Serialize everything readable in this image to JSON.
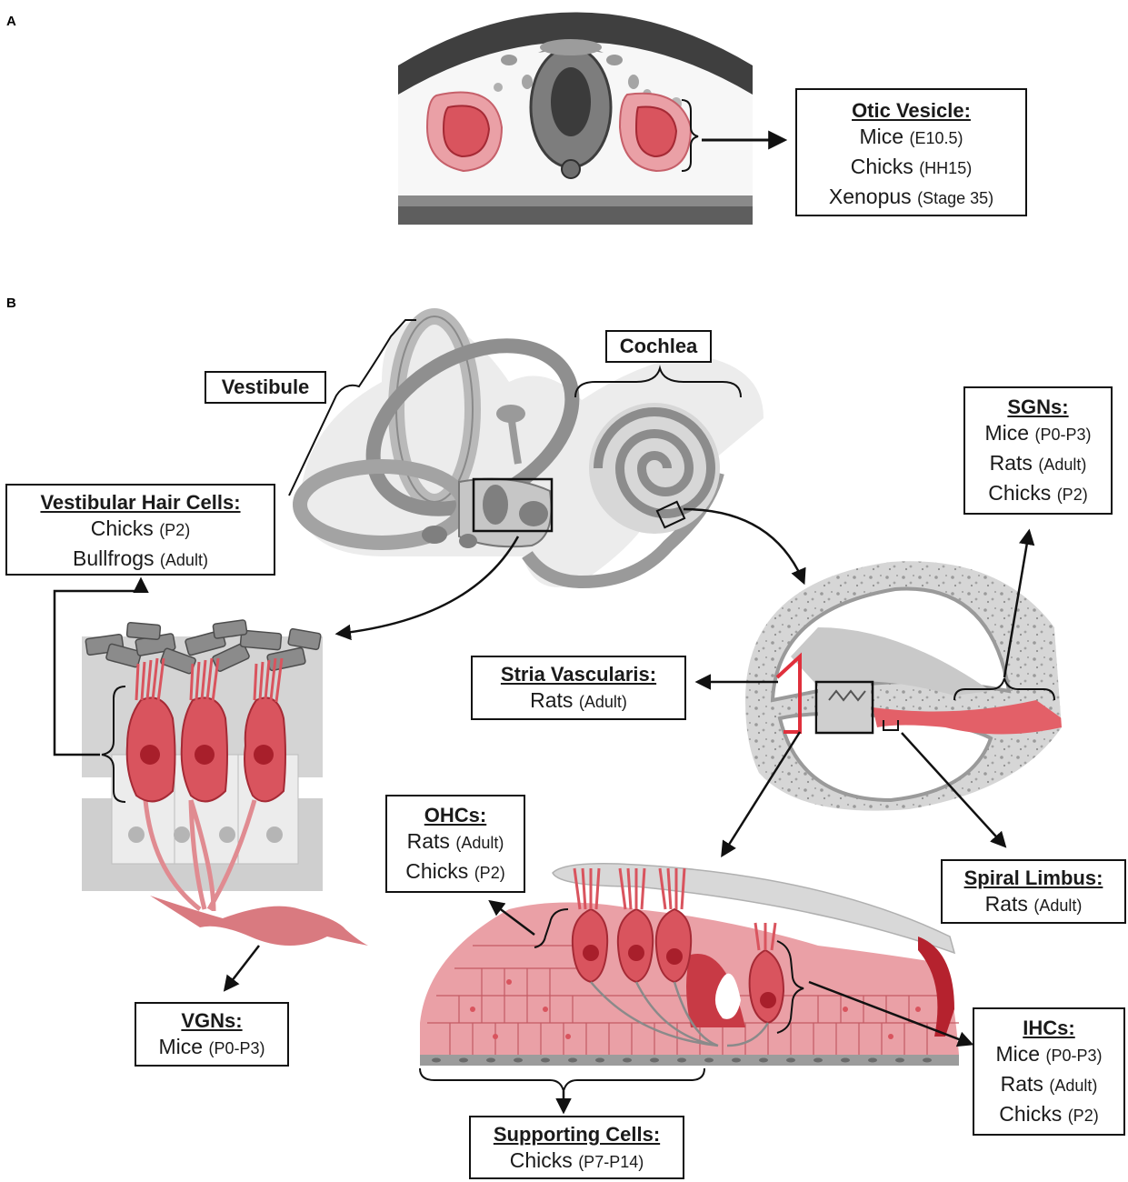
{
  "panels": {
    "a": "A",
    "b": "B"
  },
  "otic_vesicle": {
    "title": "Otic Vesicle:",
    "rows": [
      {
        "organism": "Mice",
        "stage": "(E10.5)"
      },
      {
        "organism": "Chicks",
        "stage": "(HH15)"
      },
      {
        "organism": "Xenopus",
        "stage": "(Stage 35)"
      }
    ]
  },
  "structures": {
    "vestibule": "Vestibule",
    "cochlea": "Cochlea"
  },
  "vestibular_hair_cells": {
    "title": "Vestibular Hair Cells:",
    "rows": [
      {
        "organism": "Chicks",
        "stage": "(P2)"
      },
      {
        "organism": "Bullfrogs",
        "stage": "(Adult)"
      }
    ]
  },
  "sgns": {
    "title": "SGNs:",
    "rows": [
      {
        "organism": "Mice",
        "stage": "(P0-P3)"
      },
      {
        "organism": "Rats",
        "stage": "(Adult)"
      },
      {
        "organism": "Chicks",
        "stage": "(P2)"
      }
    ]
  },
  "stria_vascularis": {
    "title": "Stria Vascularis:",
    "rows": [
      {
        "organism": "Rats",
        "stage": "(Adult)"
      }
    ]
  },
  "ohcs": {
    "title": "OHCs:",
    "rows": [
      {
        "organism": "Rats",
        "stage": "(Adult)"
      },
      {
        "organism": "Chicks",
        "stage": "(P2)"
      }
    ]
  },
  "spiral_limbus": {
    "title": "Spiral Limbus:",
    "rows": [
      {
        "organism": "Rats",
        "stage": "(Adult)"
      }
    ]
  },
  "vgns": {
    "title": "VGNs:",
    "rows": [
      {
        "organism": "Mice",
        "stage": "(P0-P3)"
      }
    ]
  },
  "ihcs": {
    "title": "IHCs:",
    "rows": [
      {
        "organism": "Mice",
        "stage": "(P0-P3)"
      },
      {
        "organism": "Rats",
        "stage": "(Adult)"
      },
      {
        "organism": "Chicks",
        "stage": "(P2)"
      }
    ]
  },
  "supporting_cells": {
    "title": "Supporting Cells:",
    "rows": [
      {
        "organism": "Chicks",
        "stage": "(P7-P14)"
      }
    ]
  },
  "colors": {
    "tissue_red": "#d9545e",
    "tissue_pink": "#eaa0a6",
    "dark_red": "#b5222e",
    "gray_dark": "#5a5a5a",
    "gray_mid": "#9a9a9a",
    "gray_light": "#d3d3d3"
  }
}
